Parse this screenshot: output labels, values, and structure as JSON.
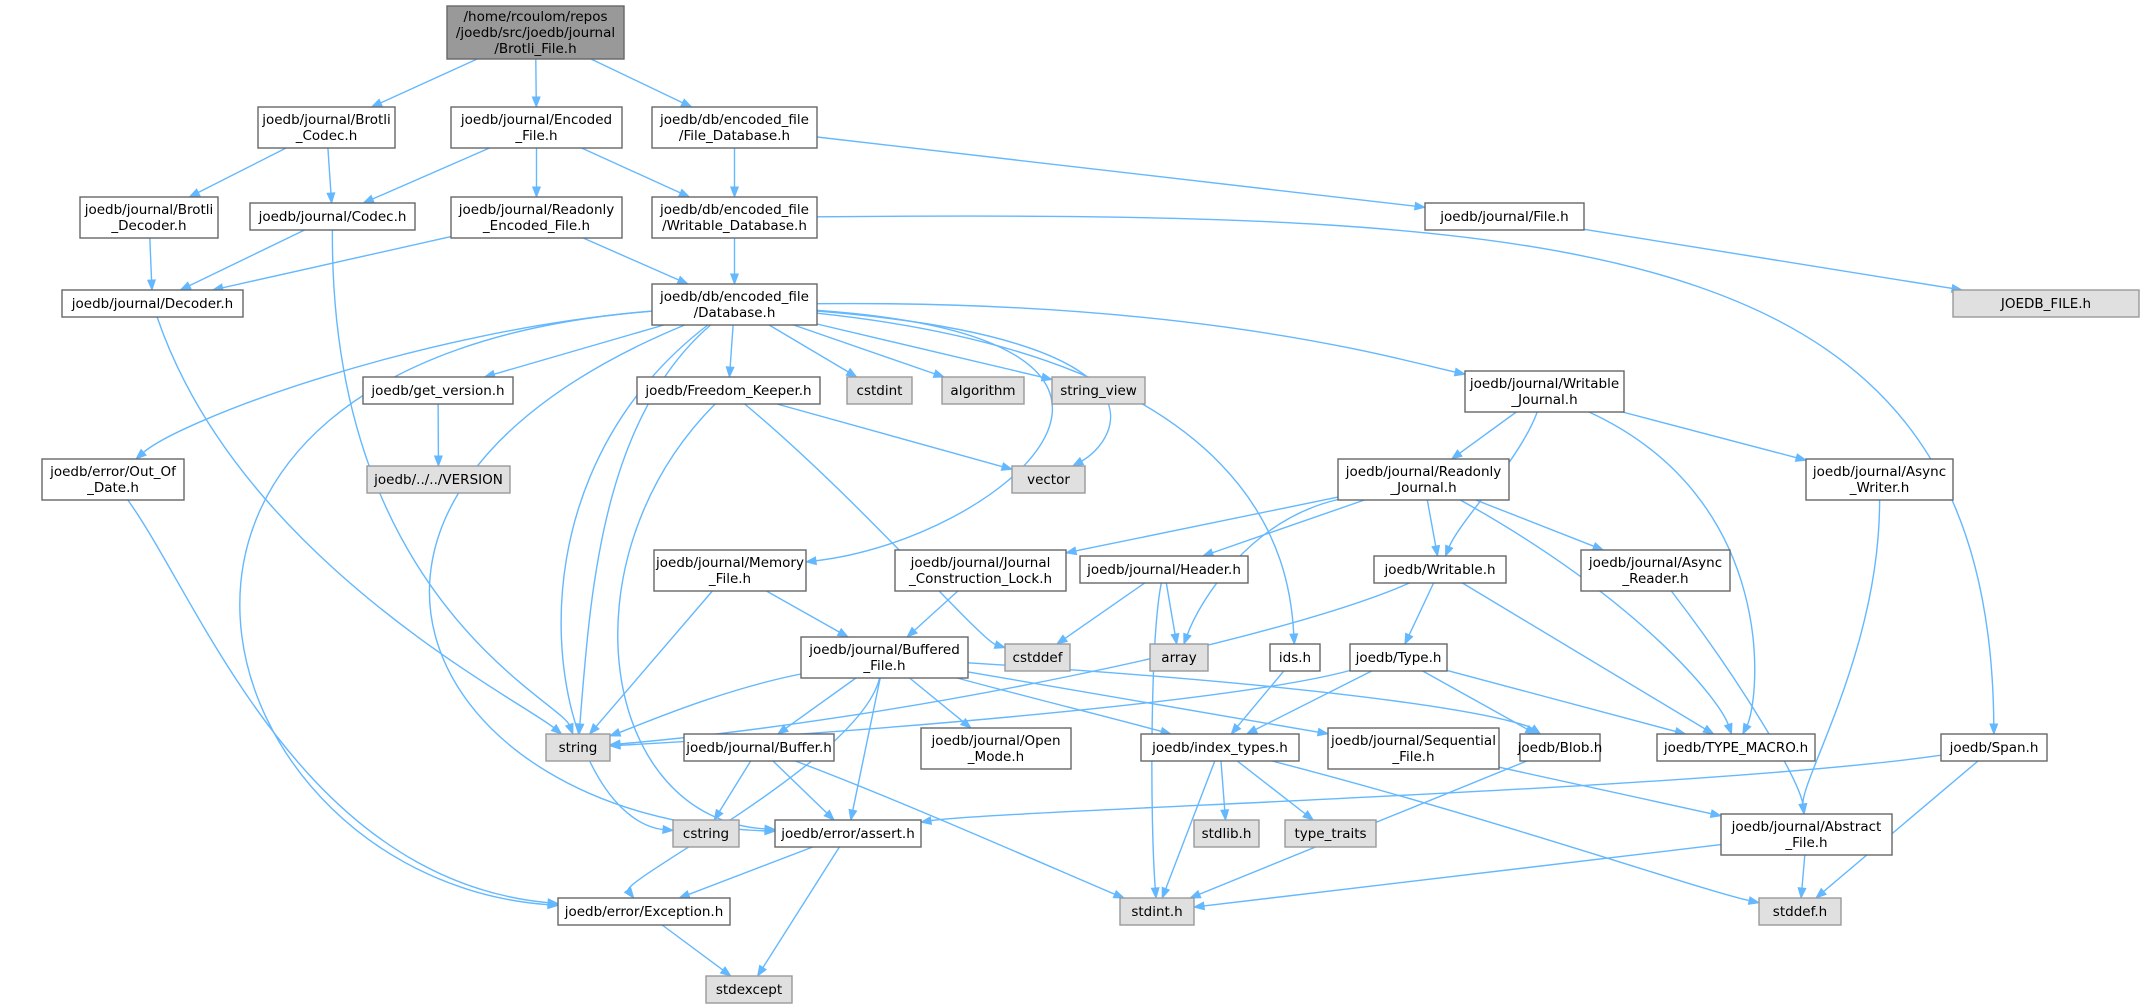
{
  "graph": {
    "nodes": [
      {
        "id": "root",
        "lines": [
          "/home/rcoulom/repos",
          "/joedb/src/joedb/journal",
          "/Brotli_File.h"
        ],
        "kind": "root"
      },
      {
        "id": "brotli_codec",
        "lines": [
          "joedb/journal/Brotli",
          "_Codec.h"
        ],
        "kind": "file"
      },
      {
        "id": "encoded_file",
        "lines": [
          "joedb/journal/Encoded",
          "_File.h"
        ],
        "kind": "file"
      },
      {
        "id": "file_database",
        "lines": [
          "joedb/db/encoded_file",
          "/File_Database.h"
        ],
        "kind": "file"
      },
      {
        "id": "brotli_decoder",
        "lines": [
          "joedb/journal/Brotli",
          "_Decoder.h"
        ],
        "kind": "file"
      },
      {
        "id": "codec",
        "lines": [
          "joedb/journal/Codec.h"
        ],
        "kind": "file"
      },
      {
        "id": "readonly_encoded",
        "lines": [
          "joedb/journal/Readonly",
          "_Encoded_File.h"
        ],
        "kind": "file"
      },
      {
        "id": "writable_database",
        "lines": [
          "joedb/db/encoded_file",
          "/Writable_Database.h"
        ],
        "kind": "file"
      },
      {
        "id": "journal_file",
        "lines": [
          "joedb/journal/File.h"
        ],
        "kind": "file"
      },
      {
        "id": "joedb_file",
        "lines": [
          "JOEDB_FILE.h"
        ],
        "kind": "system"
      },
      {
        "id": "decoder",
        "lines": [
          "joedb/journal/Decoder.h"
        ],
        "kind": "file"
      },
      {
        "id": "database",
        "lines": [
          "joedb/db/encoded_file",
          "/Database.h"
        ],
        "kind": "file"
      },
      {
        "id": "get_version",
        "lines": [
          "joedb/get_version.h"
        ],
        "kind": "file"
      },
      {
        "id": "freedom_keeper",
        "lines": [
          "joedb/Freedom_Keeper.h"
        ],
        "kind": "file"
      },
      {
        "id": "cstdint",
        "lines": [
          "cstdint"
        ],
        "kind": "system"
      },
      {
        "id": "algorithm",
        "lines": [
          "algorithm"
        ],
        "kind": "system"
      },
      {
        "id": "string_view",
        "lines": [
          "string_view"
        ],
        "kind": "system"
      },
      {
        "id": "writable_journal",
        "lines": [
          "joedb/journal/Writable",
          "_Journal.h"
        ],
        "kind": "file"
      },
      {
        "id": "out_of_date",
        "lines": [
          "joedb/error/Out_Of",
          "_Date.h"
        ],
        "kind": "file"
      },
      {
        "id": "version",
        "lines": [
          "joedb/../../VERSION"
        ],
        "kind": "system"
      },
      {
        "id": "vector",
        "lines": [
          "vector"
        ],
        "kind": "system"
      },
      {
        "id": "readonly_journal",
        "lines": [
          "joedb/journal/Readonly",
          "_Journal.h"
        ],
        "kind": "file"
      },
      {
        "id": "async_writer",
        "lines": [
          "joedb/journal/Async",
          "_Writer.h"
        ],
        "kind": "file"
      },
      {
        "id": "memory_file",
        "lines": [
          "joedb/journal/Memory",
          "_File.h"
        ],
        "kind": "file"
      },
      {
        "id": "construction_lock",
        "lines": [
          "joedb/journal/Journal",
          "_Construction_Lock.h"
        ],
        "kind": "file"
      },
      {
        "id": "header",
        "lines": [
          "joedb/journal/Header.h"
        ],
        "kind": "file"
      },
      {
        "id": "writable",
        "lines": [
          "joedb/Writable.h"
        ],
        "kind": "file"
      },
      {
        "id": "async_reader",
        "lines": [
          "joedb/journal/Async",
          "_Reader.h"
        ],
        "kind": "file"
      },
      {
        "id": "cstddef",
        "lines": [
          "cstddef"
        ],
        "kind": "system"
      },
      {
        "id": "array",
        "lines": [
          "array"
        ],
        "kind": "system"
      },
      {
        "id": "buffered_file",
        "lines": [
          "joedb/journal/Buffered",
          "_File.h"
        ],
        "kind": "file"
      },
      {
        "id": "ids",
        "lines": [
          "ids.h"
        ],
        "kind": "file"
      },
      {
        "id": "type",
        "lines": [
          "joedb/Type.h"
        ],
        "kind": "file"
      },
      {
        "id": "string",
        "lines": [
          "string"
        ],
        "kind": "system"
      },
      {
        "id": "buffer",
        "lines": [
          "joedb/journal/Buffer.h"
        ],
        "kind": "file"
      },
      {
        "id": "open_mode",
        "lines": [
          "joedb/journal/Open",
          "_Mode.h"
        ],
        "kind": "file"
      },
      {
        "id": "index_types",
        "lines": [
          "joedb/index_types.h"
        ],
        "kind": "file"
      },
      {
        "id": "sequential_file",
        "lines": [
          "joedb/journal/Sequential",
          "_File.h"
        ],
        "kind": "file"
      },
      {
        "id": "blob",
        "lines": [
          "joedb/Blob.h"
        ],
        "kind": "file"
      },
      {
        "id": "type_macro",
        "lines": [
          "joedb/TYPE_MACRO.h"
        ],
        "kind": "file"
      },
      {
        "id": "span",
        "lines": [
          "joedb/Span.h"
        ],
        "kind": "file"
      },
      {
        "id": "cstring",
        "lines": [
          "cstring"
        ],
        "kind": "system"
      },
      {
        "id": "assert",
        "lines": [
          "joedb/error/assert.h"
        ],
        "kind": "file"
      },
      {
        "id": "stdlib",
        "lines": [
          "stdlib.h"
        ],
        "kind": "system"
      },
      {
        "id": "type_traits",
        "lines": [
          "type_traits"
        ],
        "kind": "system"
      },
      {
        "id": "abstract_file",
        "lines": [
          "joedb/journal/Abstract",
          "_File.h"
        ],
        "kind": "file"
      },
      {
        "id": "exception",
        "lines": [
          "joedb/error/Exception.h"
        ],
        "kind": "file"
      },
      {
        "id": "stdint",
        "lines": [
          "stdint.h"
        ],
        "kind": "system"
      },
      {
        "id": "stddef",
        "lines": [
          "stddef.h"
        ],
        "kind": "system"
      },
      {
        "id": "stdexcept",
        "lines": [
          "stdexcept"
        ],
        "kind": "system"
      }
    ],
    "edges": [
      [
        "root",
        "brotli_codec"
      ],
      [
        "root",
        "encoded_file"
      ],
      [
        "root",
        "file_database"
      ],
      [
        "brotli_codec",
        "brotli_decoder"
      ],
      [
        "brotli_codec",
        "codec"
      ],
      [
        "brotli_decoder",
        "decoder"
      ],
      [
        "codec",
        "decoder"
      ],
      [
        "codec",
        "string"
      ],
      [
        "encoded_file",
        "codec"
      ],
      [
        "encoded_file",
        "readonly_encoded"
      ],
      [
        "encoded_file",
        "writable_database"
      ],
      [
        "readonly_encoded",
        "decoder"
      ],
      [
        "readonly_encoded",
        "database"
      ],
      [
        "file_database",
        "writable_database"
      ],
      [
        "file_database",
        "journal_file"
      ],
      [
        "journal_file",
        "joedb_file"
      ],
      [
        "writable_database",
        "database"
      ],
      [
        "writable_database",
        "span"
      ],
      [
        "decoder",
        "string"
      ],
      [
        "database",
        "out_of_date"
      ],
      [
        "database",
        "exception"
      ],
      [
        "database",
        "get_version"
      ],
      [
        "database",
        "freedom_keeper"
      ],
      [
        "database",
        "cstdint"
      ],
      [
        "database",
        "algorithm"
      ],
      [
        "database",
        "string_view"
      ],
      [
        "database",
        "vector"
      ],
      [
        "database",
        "writable_journal"
      ],
      [
        "database",
        "ids"
      ],
      [
        "database",
        "memory_file"
      ],
      [
        "database",
        "string"
      ],
      [
        "database",
        "assert"
      ],
      [
        "database",
        "cstring"
      ],
      [
        "get_version",
        "version"
      ],
      [
        "out_of_date",
        "exception"
      ],
      [
        "freedom_keeper",
        "vector"
      ],
      [
        "freedom_keeper",
        "assert"
      ],
      [
        "freedom_keeper",
        "cstddef"
      ],
      [
        "writable_journal",
        "readonly_journal"
      ],
      [
        "writable_journal",
        "async_writer"
      ],
      [
        "writable_journal",
        "writable"
      ],
      [
        "writable_journal",
        "type_macro"
      ],
      [
        "readonly_journal",
        "construction_lock"
      ],
      [
        "readonly_journal",
        "header"
      ],
      [
        "readonly_journal",
        "writable"
      ],
      [
        "readonly_journal",
        "async_reader"
      ],
      [
        "readonly_journal",
        "array"
      ],
      [
        "readonly_journal",
        "type_macro"
      ],
      [
        "async_writer",
        "abstract_file"
      ],
      [
        "memory_file",
        "buffered_file"
      ],
      [
        "memory_file",
        "string"
      ],
      [
        "construction_lock",
        "buffered_file"
      ],
      [
        "header",
        "array"
      ],
      [
        "header",
        "cstddef"
      ],
      [
        "header",
        "stdint"
      ],
      [
        "writable",
        "type"
      ],
      [
        "writable",
        "string"
      ],
      [
        "writable",
        "type_macro"
      ],
      [
        "async_reader",
        "abstract_file"
      ],
      [
        "buffered_file",
        "buffer"
      ],
      [
        "buffered_file",
        "open_mode"
      ],
      [
        "buffered_file",
        "index_types"
      ],
      [
        "buffered_file",
        "sequential_file"
      ],
      [
        "buffered_file",
        "assert"
      ],
      [
        "buffered_file",
        "exception"
      ],
      [
        "buffered_file",
        "string"
      ],
      [
        "buffered_file",
        "blob"
      ],
      [
        "ids",
        "index_types"
      ],
      [
        "type",
        "string"
      ],
      [
        "type",
        "index_types"
      ],
      [
        "type",
        "blob"
      ],
      [
        "type",
        "type_macro"
      ],
      [
        "buffer",
        "cstring"
      ],
      [
        "buffer",
        "assert"
      ],
      [
        "buffer",
        "stdint"
      ],
      [
        "index_types",
        "stdlib"
      ],
      [
        "index_types",
        "type_traits"
      ],
      [
        "index_types",
        "stdint"
      ],
      [
        "index_types",
        "stddef"
      ],
      [
        "sequential_file",
        "abstract_file"
      ],
      [
        "blob",
        "stdint"
      ],
      [
        "span",
        "assert"
      ],
      [
        "span",
        "stddef"
      ],
      [
        "assert",
        "exception"
      ],
      [
        "assert",
        "stdexcept"
      ],
      [
        "abstract_file",
        "stdint"
      ],
      [
        "abstract_file",
        "stddef"
      ],
      [
        "exception",
        "stdexcept"
      ]
    ]
  }
}
